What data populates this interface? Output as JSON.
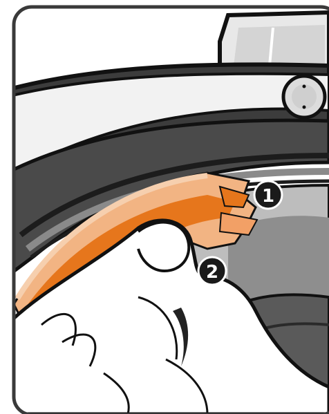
{
  "illustration": {
    "description_icon": "gasket-removal-illustration",
    "steps": [
      {
        "label": "1"
      },
      {
        "label": "2"
      }
    ],
    "colors": {
      "frame": "#3a3a3a",
      "drum_dark": "#4a4a4a",
      "drum_mid": "#6b6b6b",
      "drum_light": "#9a9a9a",
      "panel_light": "#e6e6e6",
      "gasket_orange": "#e6761c",
      "gasket_light": "#f2b483",
      "gasket_pale": "#f6cfae",
      "hand_white": "#ffffff",
      "outline": "#111111",
      "badge": "#1a1a1a"
    }
  }
}
